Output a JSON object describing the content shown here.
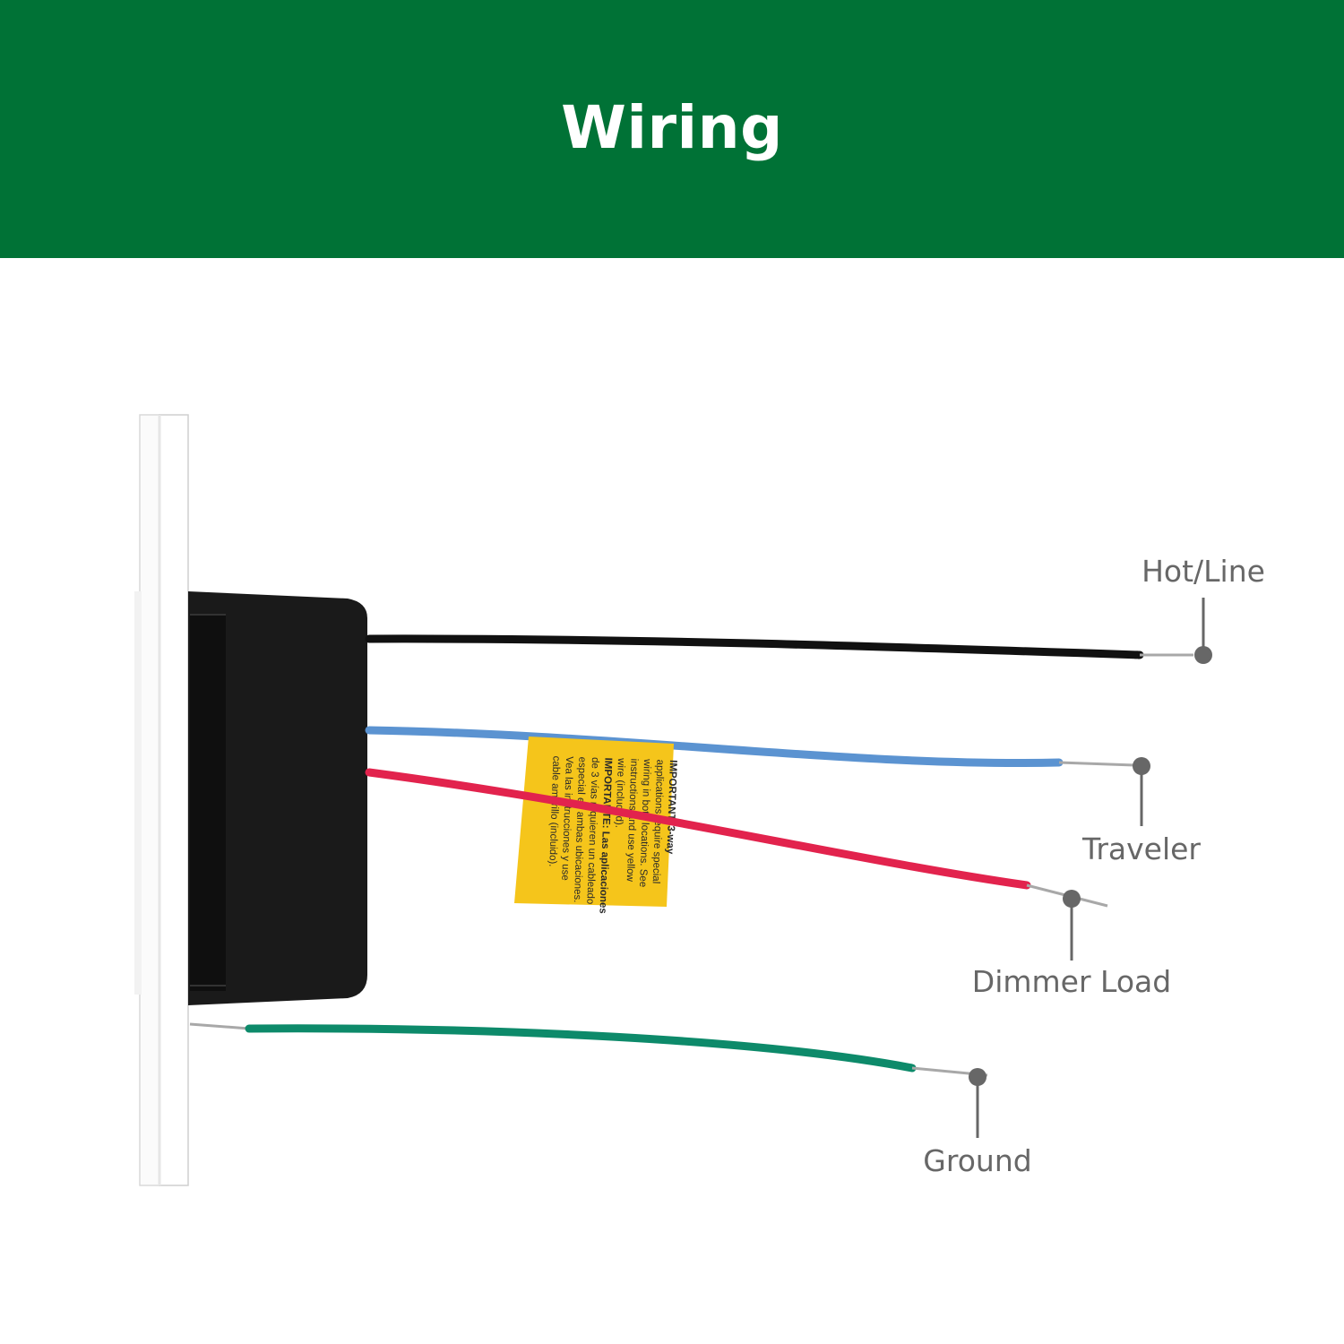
{
  "header": {
    "title": "Wiring",
    "background": "#007236",
    "text_color": "#ffffff"
  },
  "wires": [
    {
      "label": "Hot/Line",
      "color": "#111111"
    },
    {
      "label": "Traveler",
      "color": "#5b93d1"
    },
    {
      "label": "Dimmer Load",
      "color": "#e2234d"
    },
    {
      "label": "Ground",
      "color": "#0d8a6a"
    }
  ],
  "warning_tag": {
    "color": "#f5c51b",
    "lines": [
      "IMPORTANT: 3-way",
      "applications require special",
      "wiring in both locations. See",
      "instructions and use yellow",
      "wire (included).",
      "IMPORTANTE: Las aplicaciones",
      "de 3 vías requieren un cableado",
      "especial en ambas ubicaciones.",
      "Vea las instrucciones y use",
      "cable amarillo (incluido)."
    ]
  },
  "callout_color": "#676767",
  "icons": {
    "wall_plate": "wall-plate",
    "dimmer_body": "dimmer-housing"
  }
}
